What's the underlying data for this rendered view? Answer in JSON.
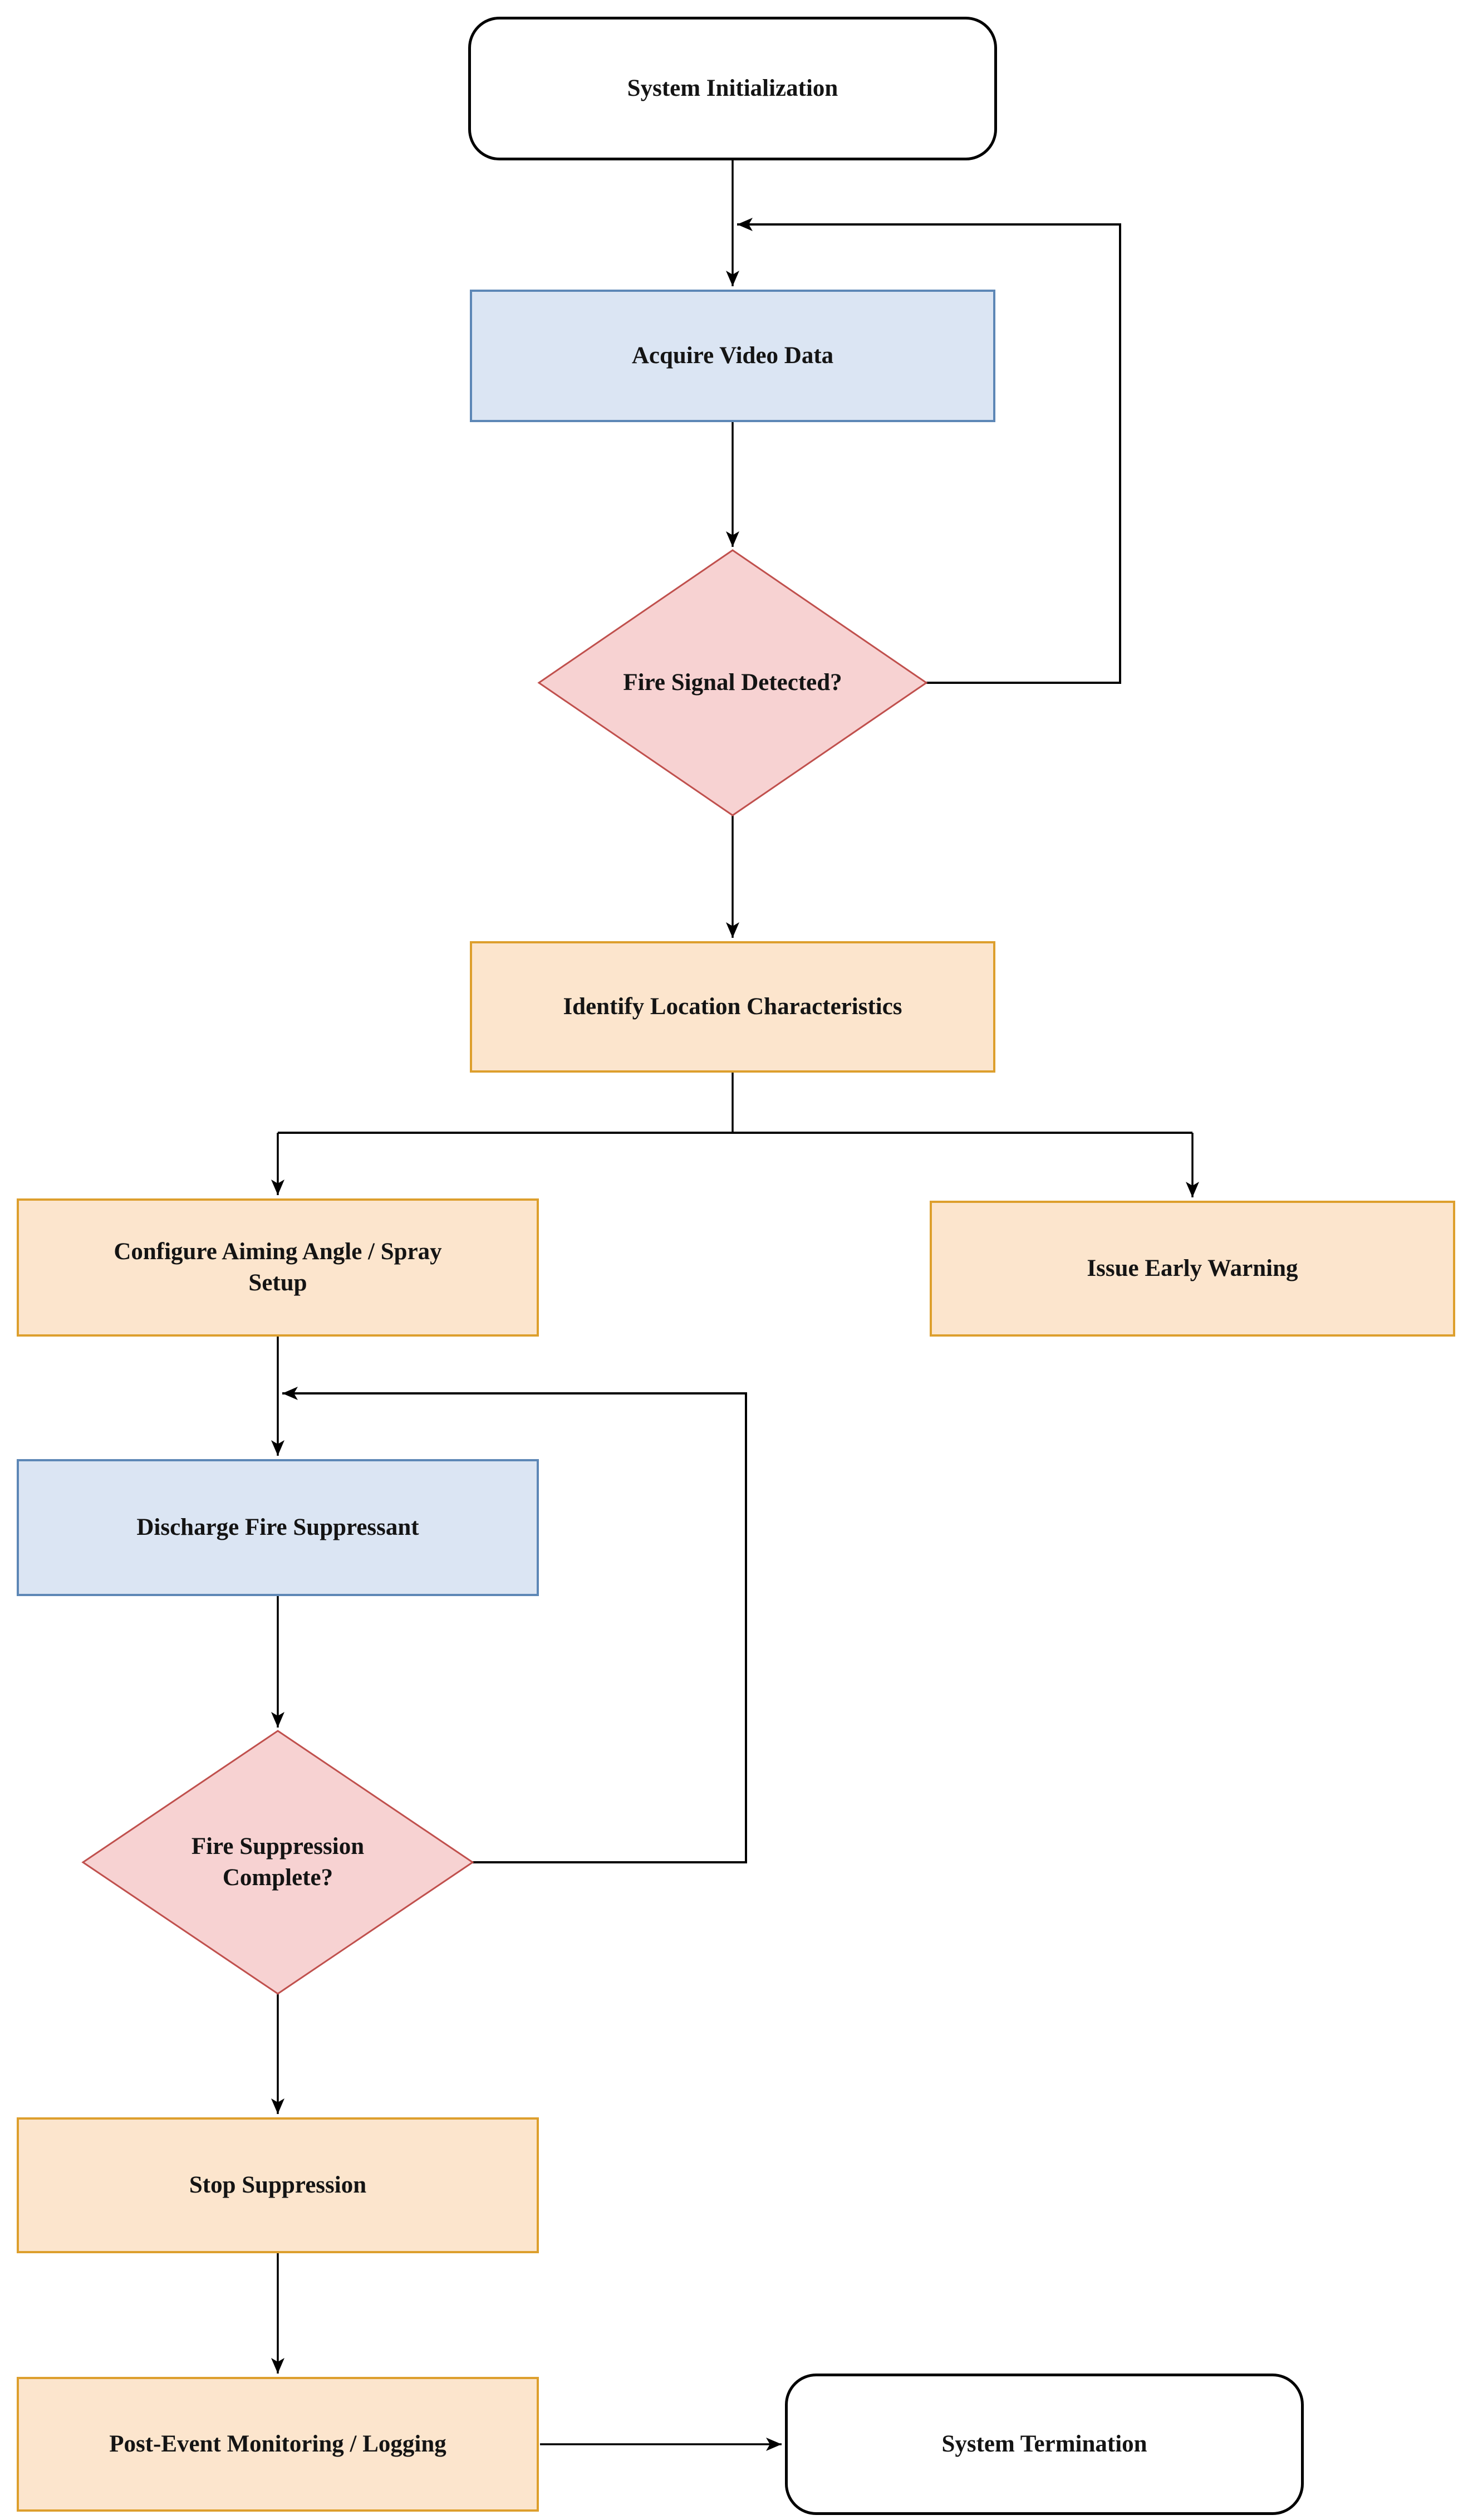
{
  "diagram": {
    "nodes": {
      "system_initialization": {
        "label": "System Initialization",
        "type": "terminator"
      },
      "acquire_video_data": {
        "label": "Acquire Video Data",
        "type": "process"
      },
      "fire_signal_detected": {
        "label": "Fire Signal Detected?",
        "type": "decision"
      },
      "identify_location": {
        "label": "Identify Location Characteristics",
        "type": "process"
      },
      "configure_aiming": {
        "label": "Configure Aiming Angle / Spray Setup",
        "type": "process"
      },
      "issue_early_warning": {
        "label": "Issue Early Warning",
        "type": "process"
      },
      "discharge_suppressant": {
        "label": "Discharge Fire Suppressant",
        "type": "process"
      },
      "fire_suppression_complete": {
        "label": "Fire Suppression Complete?",
        "type": "decision"
      },
      "stop_suppression": {
        "label": "Stop Suppression",
        "type": "process"
      },
      "post_event_monitoring": {
        "label": "Post-Event Monitoring / Logging",
        "type": "process"
      },
      "system_termination": {
        "label": "System Termination",
        "type": "terminator"
      }
    },
    "colors": {
      "process_blue_fill": "#dbe5f3",
      "process_blue_stroke": "#5d87b6",
      "process_orange_fill": "#fce5cd",
      "process_orange_stroke": "#dd9f2d",
      "decision_fill": "#f7d2d2",
      "decision_stroke": "#c0504d",
      "terminator_fill": "#ffffff",
      "terminator_stroke": "#000000",
      "connector": "#000000"
    }
  }
}
